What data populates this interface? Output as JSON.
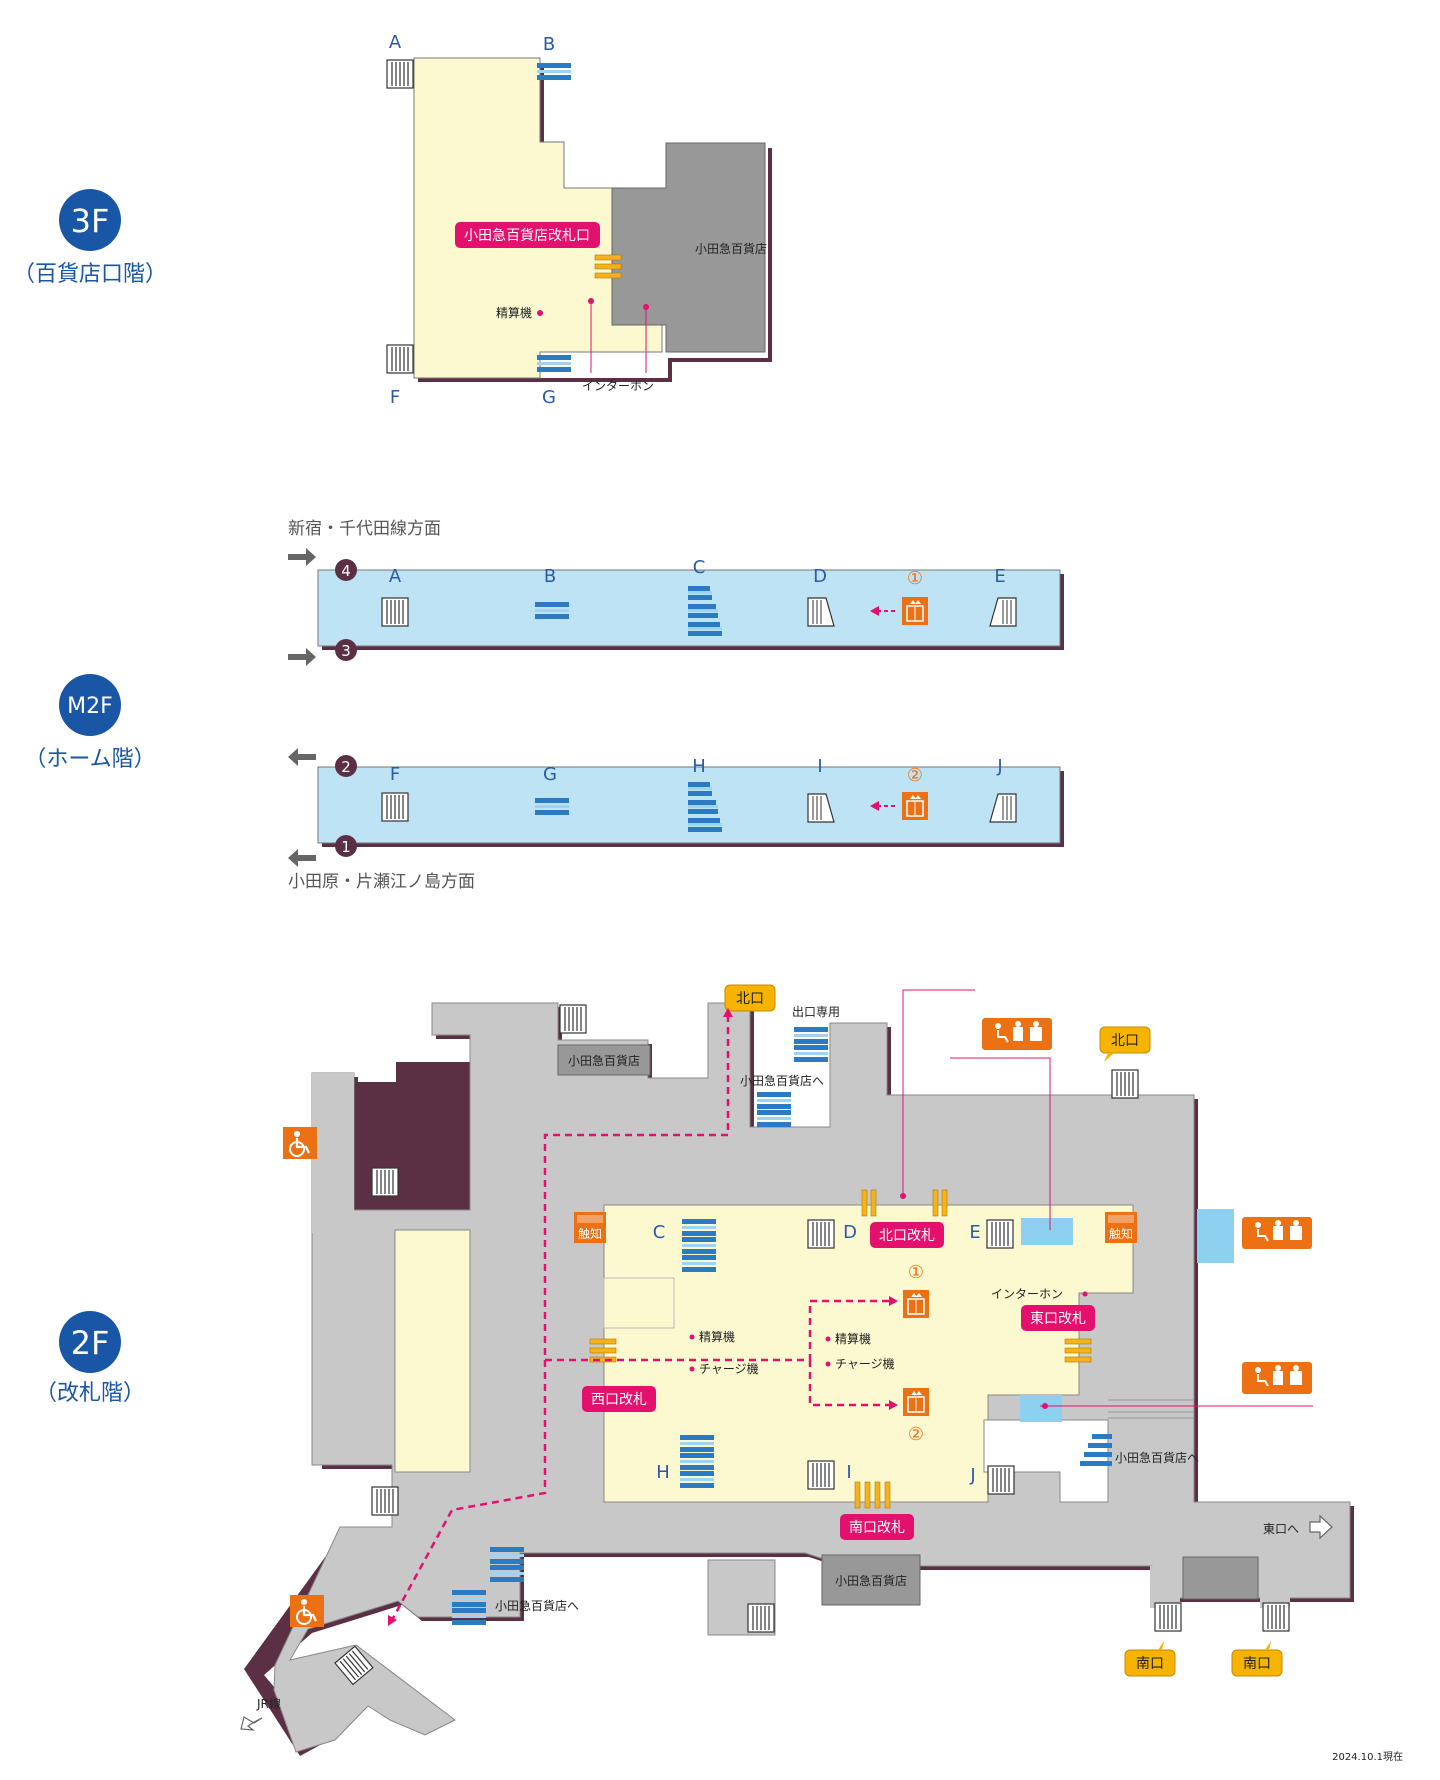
{
  "floors": {
    "f3": {
      "badge": "3F",
      "sub": "（百貨店口階）"
    },
    "m2f": {
      "badge": "M2F",
      "sub": "（ホーム階）"
    },
    "f2": {
      "badge": "2F",
      "sub": "（改札階）"
    }
  },
  "f3": {
    "dept_gate": "小田急百貨店改札口",
    "dept_store": "小田急百貨店",
    "fare_machine": "精算機",
    "intercom": "インターホン",
    "letters": [
      "A",
      "B",
      "F",
      "G"
    ]
  },
  "m2f": {
    "dir_top": "新宿・千代田線方面",
    "dir_bottom": "小田原・片瀬江ノ島方面",
    "track_nums": [
      "4",
      "3",
      "2",
      "1"
    ],
    "top_letters": [
      "A",
      "B",
      "C",
      "D",
      "E"
    ],
    "bottom_letters": [
      "F",
      "G",
      "H",
      "I",
      "J"
    ],
    "elev_1": "①",
    "elev_2": "②"
  },
  "f2": {
    "north_exit": "北口",
    "north_exit_2": "北口",
    "exit_only": "出口専用",
    "dept_store_top": "小田急百貨店",
    "to_dept_top": "小田急百貨店へ",
    "letters": [
      "C",
      "D",
      "E",
      "H",
      "I",
      "J"
    ],
    "north_gate": "北口改札",
    "east_gate": "東口改札",
    "west_gate": "西口改札",
    "south_gate": "南口改札",
    "tactile": "触知",
    "tactile_2": "触知",
    "intercom": "インターホン",
    "fare_1": "精算機",
    "charge_1": "チャージ機",
    "fare_2": "精算機",
    "charge_2": "チャージ機",
    "elev_1": "①",
    "elev_2": "②",
    "to_dept_right": "小田急百貨店へ",
    "to_east": "東口へ",
    "dept_store_bottom": "小田急百貨店",
    "to_dept_bottom": "小田急百貨店へ",
    "jr": "JR線",
    "south_exit_1": "南口",
    "south_exit_2": "南口"
  },
  "date": "2024.10.1現在",
  "colors": {
    "badge": "#1a56a6",
    "gate": "#e4106e",
    "platform": "#bde3f5",
    "concourse": "#fcf9d0",
    "passage": "#c8c8c8",
    "shadow": "#5c3044",
    "orange": "#ec7114",
    "exit_tag": "#f6b300"
  }
}
